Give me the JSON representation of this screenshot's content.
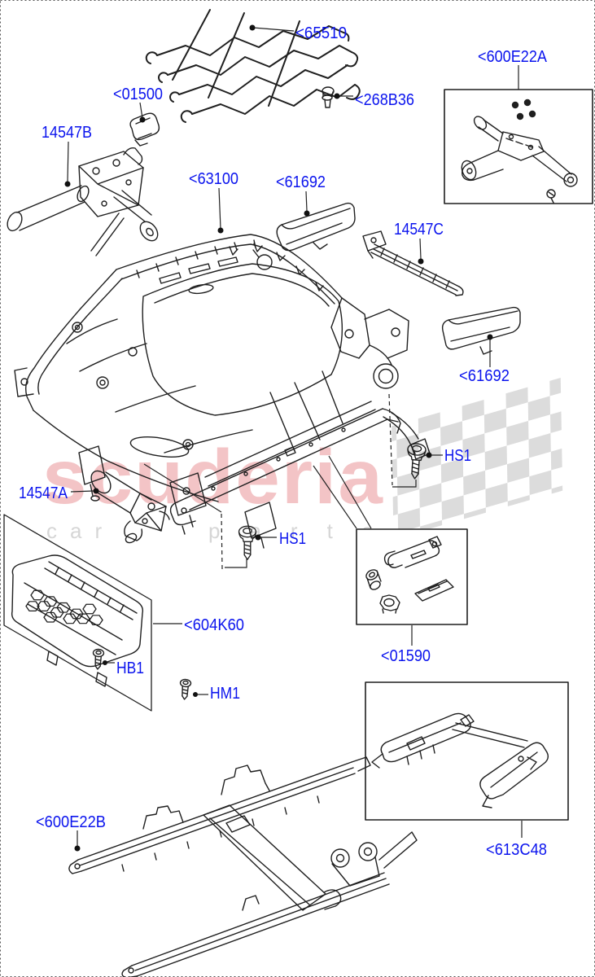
{
  "diagram": {
    "title": "seat frame exploded parts diagram",
    "labels": [
      {
        "id": "65510",
        "text": "<65510"
      },
      {
        "id": "268B36",
        "text": "<268B36"
      },
      {
        "id": "01500",
        "text": "<01500"
      },
      {
        "id": "14547B",
        "text": "14547B"
      },
      {
        "id": "63100",
        "text": "<63100"
      },
      {
        "id": "61692-top",
        "text": "<61692"
      },
      {
        "id": "600E22A",
        "text": "<600E22A"
      },
      {
        "id": "14547C",
        "text": "14547C"
      },
      {
        "id": "61692-right",
        "text": "<61692"
      },
      {
        "id": "HS1-right",
        "text": "HS1"
      },
      {
        "id": "14547A",
        "text": "14547A"
      },
      {
        "id": "HS1-left",
        "text": "HS1"
      },
      {
        "id": "604K60",
        "text": "<604K60"
      },
      {
        "id": "HB1",
        "text": "HB1"
      },
      {
        "id": "HM1",
        "text": "HM1"
      },
      {
        "id": "01590",
        "text": "<01590"
      },
      {
        "id": "613C48",
        "text": "<613C48"
      },
      {
        "id": "600E22B",
        "text": "<600E22B"
      }
    ],
    "watermark": {
      "brand": "scuderia",
      "sub1": "car",
      "sub2": "parts"
    },
    "colors": {
      "label": "#0b14ee",
      "line": "#1f1f1f",
      "box": "#2a2a2a",
      "watermark_text": "#f3c4c6",
      "watermark_sub": "#d6d6d6",
      "watermark_checker": "#dcdcdc"
    }
  }
}
